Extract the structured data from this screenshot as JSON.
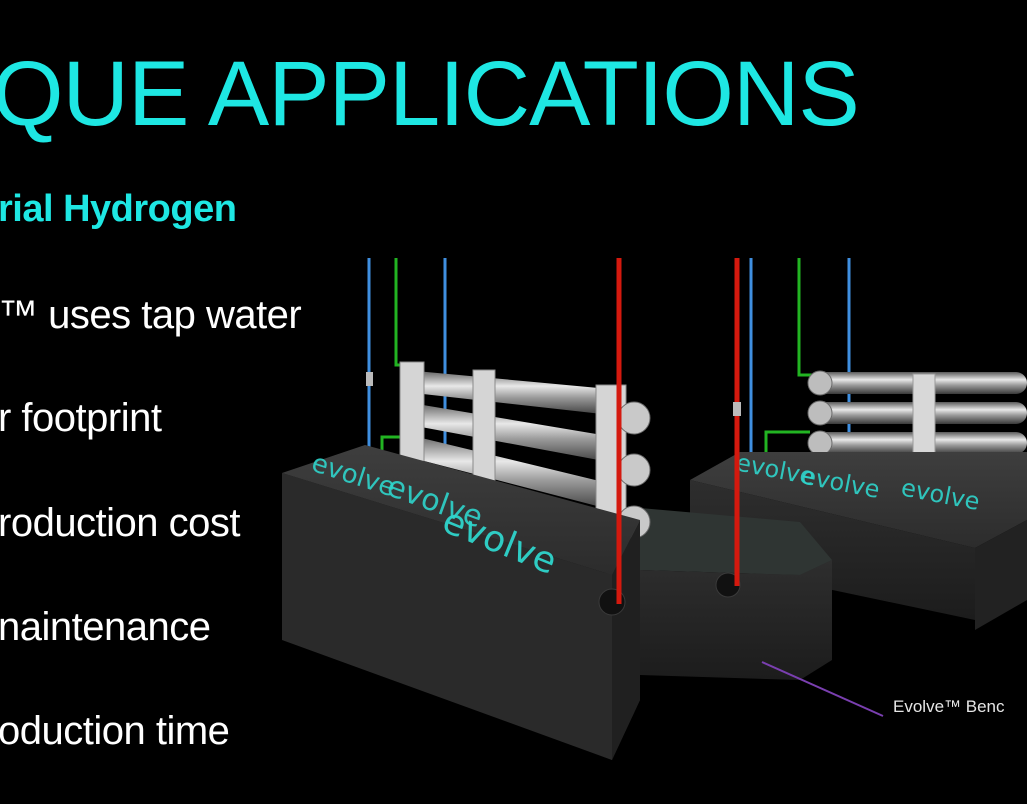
{
  "slide": {
    "title": "QUE APPLICATIONS",
    "subtitle": "rial Hydrogen",
    "bullets": [
      "™ uses tap water",
      "r footprint",
      "roduction cost",
      "naintenance",
      "oduction time"
    ]
  },
  "figure": {
    "logo_text": "evolve",
    "callout_label": "Evolve™ Benc"
  },
  "colors": {
    "accent": "#1ee7e3",
    "text": "#ffffff",
    "background": "#000000",
    "pipe_red": "#d4190e",
    "pipe_blue": "#3f8fe0",
    "pipe_green": "#22b422",
    "callout_line": "#7a3fb0"
  }
}
